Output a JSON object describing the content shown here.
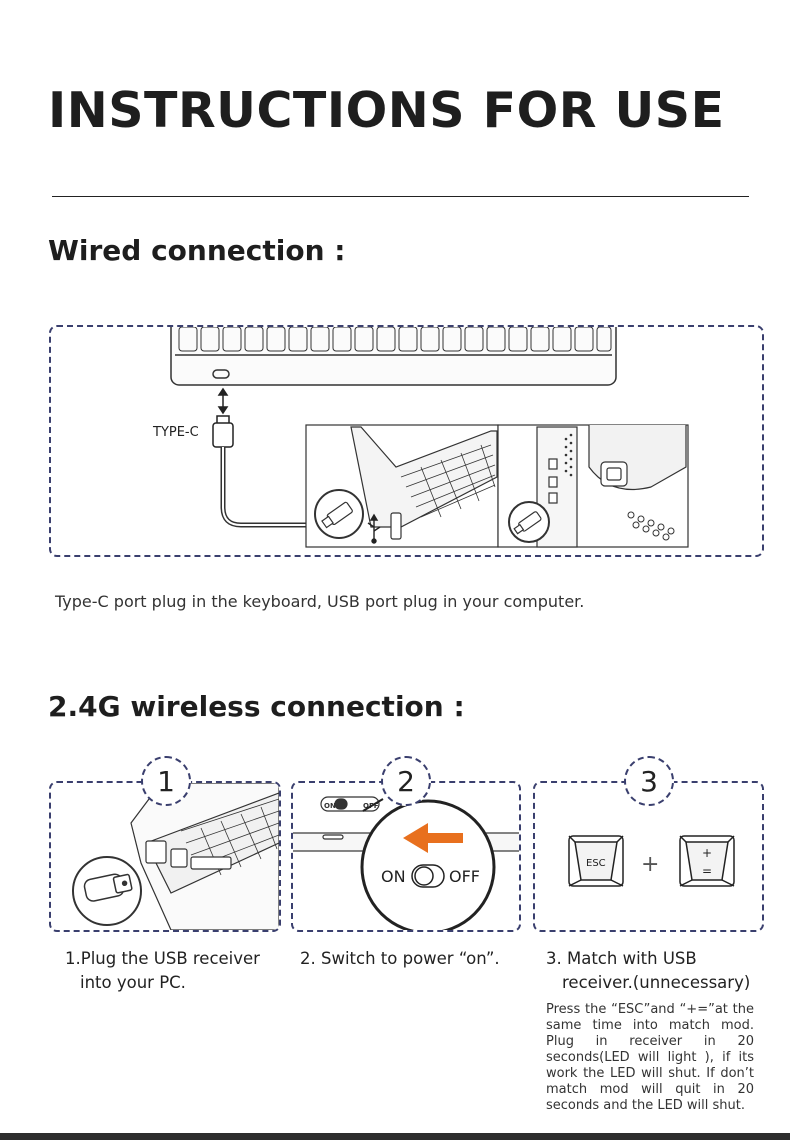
{
  "page": {
    "title": "INSTRUCTIONS FOR USE"
  },
  "wired": {
    "heading": "Wired connection :",
    "type_c_label": "TYPE-C",
    "caption": "Type-C port plug in the keyboard, USB port plug in your computer."
  },
  "wireless": {
    "heading": "2.4G wireless connection :",
    "steps": [
      {
        "number": "1",
        "label_line1": "1.Plug the USB receiver",
        "label_line2": "into your PC."
      },
      {
        "number": "2",
        "label_line1": "2. Switch to power “on”.",
        "switch_on": "ON",
        "switch_off": "OFF"
      },
      {
        "number": "3",
        "label_line1": "3. Match with USB",
        "label_line2": "receiver.(unnecessary)",
        "key_esc": "ESC",
        "key_plus": "+",
        "key_eq_top": "+",
        "key_eq_bottom": "="
      }
    ],
    "description": "Press the “ESC”and “+=”at the same time into match mod. Plug in receiver in 20 seconds(LED will light ), if its work the LED will shut. If don’t match mod will quit in 20 seconds and the LED will shut."
  },
  "colors": {
    "dash_border": "#3a3f6e",
    "arrow_orange": "#e8701e",
    "text_dark": "#1e1e1e"
  }
}
